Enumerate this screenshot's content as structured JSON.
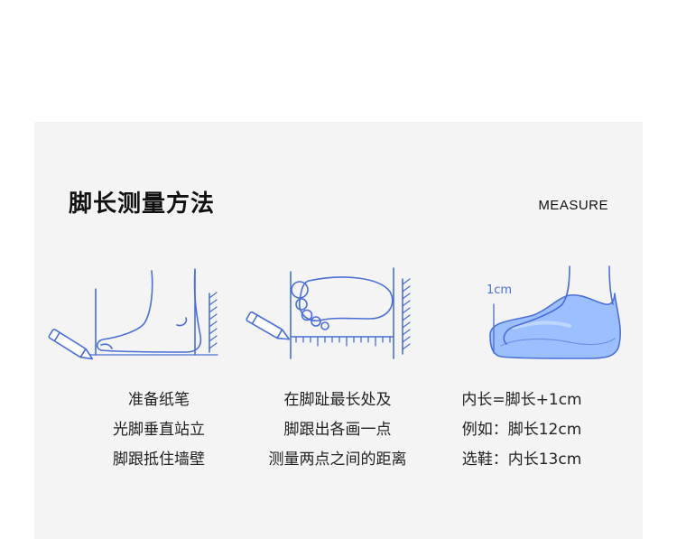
{
  "header": {
    "title": "脚长测量方法",
    "tag": "MEASURE"
  },
  "colors": {
    "panel_bg": "#f4f4f4",
    "line_blue": "#4a6fd6",
    "fill_blue": "#9cc0ff"
  },
  "steps": [
    {
      "lines": [
        "准备纸笔",
        "光脚垂直站立",
        "脚跟抵住墙壁"
      ]
    },
    {
      "lines": [
        "在脚趾最长处及",
        "脚跟出各画一点",
        "测量两点之间的距离"
      ]
    },
    {
      "lines": [
        "内长=脚长+1cm",
        "例如：脚长12cm",
        "选鞋：内长13cm"
      ]
    }
  ],
  "illustration_3": {
    "label": "1cm"
  }
}
